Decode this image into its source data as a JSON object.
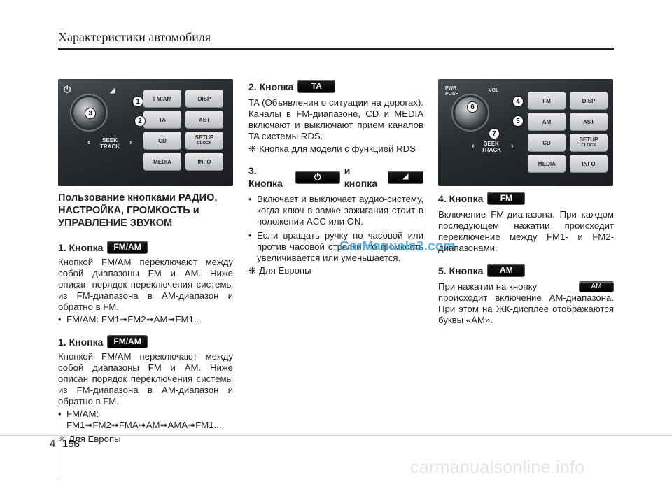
{
  "header": {
    "title": "Характеристики автомобиля"
  },
  "left_panel": {
    "buttons": [
      "FM/AM",
      "DISP",
      "TA",
      "AST",
      "CD",
      "SETUP",
      "MEDIA",
      "INFO"
    ],
    "setup_sub": "CLOCK",
    "seek": "SEEK",
    "track": "TRACK",
    "callouts": [
      "1",
      "2",
      "3"
    ]
  },
  "right_panel": {
    "buttons": [
      "FM",
      "DISP",
      "AM",
      "AST",
      "CD",
      "SETUP",
      "MEDIA",
      "INFO"
    ],
    "setup_sub": "CLOCK",
    "seek": "SEEK",
    "track": "TRACK",
    "pwr": "PWR",
    "push": "PUSH",
    "vol": "VOL",
    "callouts": [
      "4",
      "5",
      "6",
      "7"
    ]
  },
  "col1": {
    "heading": "Пользование кнопками РАДИО, НАСТРОЙКА, ГРОМКОСТЬ и УПРАВЛЕНИЕ ЗВУКОМ",
    "s1_title": "1. Кнопка",
    "s1_btn": "FM/AM",
    "s1_body": "Кнопкой FM/AM переключают между собой диапазоны FM и AM. Ниже описан порядок переключения системы из FM-диапазона в AM-диапазон и обратно в FM.",
    "s1_bullet": "FM/AM: FM1➟FM2➟AM➟FM1...",
    "s2_title": "1. Кнопка",
    "s2_btn": "FM/AM",
    "s2_body": "Кнопкой FM/AM переключают между собой диапазоны FM и AM. Ниже описан порядок переключения системы из FM-диапазона в AM-диапазон и обратно в FM.",
    "s2_bullet_a": "FM/AM:",
    "s2_bullet_b": "FM1➟FM2➟FMA➟AM➟AMA➟FM1...",
    "s2_note_mark": "❈",
    "s2_note": "Для Европы"
  },
  "col2": {
    "s2_title": "2. Кнопка",
    "s2_btn": "TA",
    "s2_body": "TA (Объявления о ситуации на дорогах). Каналы в FM-диапазоне, CD и MEDIA включают и выключают прием каналов TA системы RDS.",
    "s2_note_mark": "❈",
    "s2_note": "Кнопка для модели с функцией RDS",
    "s3_title": "3. Кнопка",
    "s3_mid": "и кнопка",
    "s3_b1": "Включает и выключает аудио-систему, когда ключ в замке зажигания стоит в положении ACC или ON.",
    "s3_b2": "Если вращать ручку по часовой или против часовой стрелки, то громкость увеличивается или уменьшается.",
    "s3_note_mark": "❈",
    "s3_note": "Для Европы",
    "watermark": "CarManuals2.com"
  },
  "col3": {
    "s4_title": "4. Кнопка",
    "s4_btn": "FM",
    "s4_body": "Включение FM-диапазона. При каждом последующем нажатии происходит переключение между FM1- и FM2-диапазонами.",
    "s5_title": "5. Кнопка",
    "s5_btn": "AM",
    "s5_body_a": "При нажатии на кнопку",
    "s5_inline_btn": "AM",
    "s5_body_b": "происходит включение AM-диапазона. При этом на ЖК-дисплее отображаются буквы «AM»."
  },
  "footer": {
    "chapter": "4",
    "page": "158",
    "site": "carmanualsonline.info"
  }
}
